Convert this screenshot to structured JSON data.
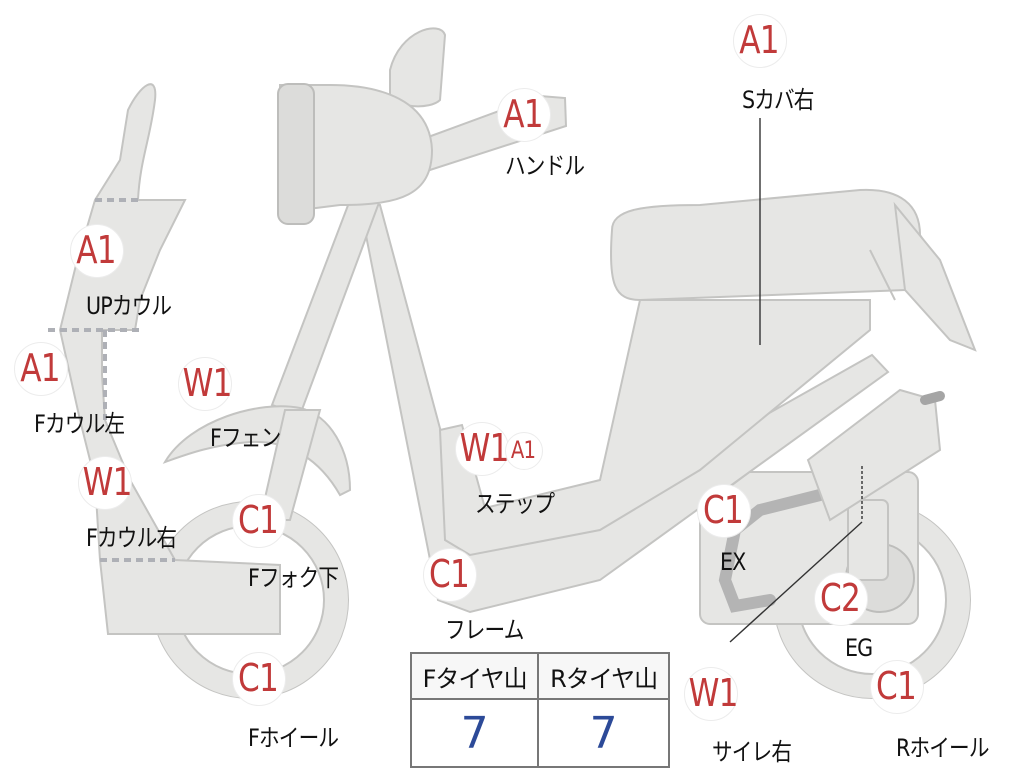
{
  "parts": [
    {
      "id": "s-cover-right",
      "code": "A1",
      "label": "Sカバ右"
    },
    {
      "id": "handle",
      "code": "A1",
      "label": "ハンドル"
    },
    {
      "id": "up-cowl",
      "code": "A1",
      "label": "UPカウル"
    },
    {
      "id": "f-cowl-left",
      "code": "A1",
      "label": "Fカウル左"
    },
    {
      "id": "f-fender",
      "code": "W1",
      "label": "Fフェン"
    },
    {
      "id": "step",
      "code": "W1",
      "code2": "A1",
      "label": "ステップ"
    },
    {
      "id": "f-cowl-right",
      "code": "W1",
      "label": "Fカウル右"
    },
    {
      "id": "f-fork-lower",
      "code": "C1",
      "label": "Fフォク下"
    },
    {
      "id": "exhaust",
      "code": "C1",
      "label": "EX"
    },
    {
      "id": "frame",
      "code": "C1",
      "label": "フレーム"
    },
    {
      "id": "engine",
      "code": "C2",
      "label": "EG"
    },
    {
      "id": "f-wheel",
      "code": "C1",
      "label": "Fホイール"
    },
    {
      "id": "silencer-right",
      "code": "W1",
      "label": "サイレ右"
    },
    {
      "id": "r-wheel",
      "code": "C1",
      "label": "Rホイール"
    }
  ],
  "tire_table": {
    "headers": [
      "Fタイヤ山",
      "Rタイヤ山"
    ],
    "values": [
      "7",
      "7"
    ]
  }
}
